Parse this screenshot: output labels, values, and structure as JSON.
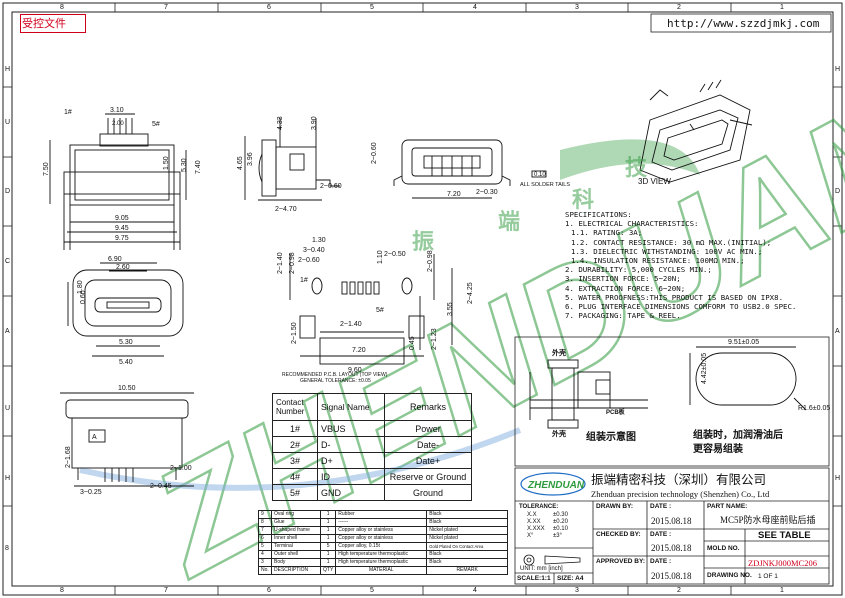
{
  "header": {
    "controlled_stamp": "受控文件",
    "website": "http://www.szzdjmkj.com"
  },
  "frame": {
    "col_labels": [
      "8",
      "7",
      "6",
      "5",
      "4",
      "3",
      "2",
      "1"
    ],
    "row_labels": [
      "H",
      "U",
      "D",
      "C",
      "A",
      "U",
      "H",
      "8"
    ]
  },
  "watermark": {
    "text": "ZHENDUAN",
    "cn": [
      "振",
      "端",
      "科",
      "技"
    ],
    "color": "#2f9a3e",
    "color2": "#1d6cc4"
  },
  "views": {
    "top_view": {
      "pin1_label": "1#",
      "pin5_label": "5#",
      "dims": [
        "3.10",
        "2.00",
        "7.50",
        "1.50",
        "5.30",
        "7.40",
        "9.05",
        "9.45",
        "9.75"
      ]
    },
    "side_view": {
      "dims": [
        "4.33",
        "3.90",
        "4.65",
        "3.96",
        "2~0.60",
        "2~4.70"
      ]
    },
    "front_view": {
      "dims": [
        "2~0.60",
        "0.10",
        "7.20",
        "2~0.30"
      ],
      "note": "ALL SOLDER TAILS"
    },
    "end_view": {
      "dims": [
        "6.90",
        "2.60",
        "1.80",
        "0.60",
        "5.30",
        "5.40"
      ]
    },
    "bottom_view": {
      "dims": [
        "10.50",
        "2~1.68",
        "3~0.25",
        "2~0.45",
        "2~1.00"
      ],
      "marker": "A"
    },
    "pcb_layout": {
      "dims": [
        "1.30",
        "3~0.40",
        "2~0.60",
        "2~1.40",
        "2~0.98",
        "1.10",
        "0.50",
        "2~0.98",
        "2~4.25",
        "3.55",
        "2~1.40",
        "2~1.50",
        "7.20",
        "9.60",
        "0.45",
        "2~1.23"
      ],
      "pin1_label": "1#",
      "pin5_label": "5#",
      "caption1": "RECOMMENDED P.C.B. LAYOUT (TOP VIEW)",
      "caption2": "GENERAL TOLERANCE: ±0.05"
    },
    "view_3d_label": "3D VIEW"
  },
  "specifications": [
    "SPECIFICATIONS:",
    "1. ELECTRICAL CHARACTERISTICS:",
    "  1.1. RATING: 3A;",
    "  1.2. CONTACT RESISTANCE: 30 mΩ MAX.(INITIAL);",
    "  1.3. DIELECTRIC WITHSTANDING: 100V AC MIN.;",
    "  1.4. INSULATION RESISTANCE: 100MΩ MIN.;",
    "2. DURABILITY: 5,000 CYCLES MIN.;",
    "3. INSERTION FORCE: 5~20N;",
    "4. EXTRACTION FORCE: 6~20N;",
    "5. WATER PROOFNESS:THIS PRODUCT IS BASED ON IPX8.",
    "6. PLUG INTERFACE DIMENSIONS COMFORM TO USB2.0 SPEC.",
    "7. PACKAGING: TAPE & REEL."
  ],
  "assembly": {
    "label_outer": "外壳",
    "label_pcb": "PCB板",
    "label_outer2": "外壳",
    "caption": "组装示意图",
    "note_line1": "组装时，加润滑油后",
    "note_line2": "更容易组装",
    "dim_w": "9.51±0.05",
    "dim_h": "4.42±0.05",
    "dim_r": "R1.6±0.05"
  },
  "pin_table": {
    "headers": [
      "Contact Number",
      "Signal Name",
      "Remarks"
    ],
    "rows": [
      [
        "1#",
        "VBUS",
        "Power"
      ],
      [
        "2#",
        "D-",
        "Date-"
      ],
      [
        "3#",
        "D+",
        "Date+"
      ],
      [
        "4#",
        "ID",
        "Reserve or Ground"
      ],
      [
        "5#",
        "GND",
        "Ground"
      ]
    ]
  },
  "bom": {
    "headers": [
      "No.",
      "DESCRIPTION",
      "QTY",
      "MATERIAL",
      "REMARK"
    ],
    "rows": [
      [
        "9",
        "Oval ring",
        "1",
        "Rubber",
        "Black"
      ],
      [
        "8",
        "Glue",
        "1",
        "------",
        "Black"
      ],
      [
        "7",
        "U-shaped frame",
        "1",
        "Copper alloy or stainless",
        "Nickel plated"
      ],
      [
        "6",
        "Inner shell",
        "1",
        "Copper alloy or stainless",
        "Nickel plated"
      ],
      [
        "5",
        "Terminal",
        "5",
        "Copper alloy, 0.15t",
        "Gold Plated On Contact Area"
      ],
      [
        "4",
        "Outer shell",
        "1",
        "High temperature thermoplastic",
        "Black"
      ],
      [
        "3",
        "Body",
        "1",
        "High temperature thermoplastic",
        "Black"
      ]
    ]
  },
  "title_block": {
    "company_cn": "振端精密科技（深圳）有限公司",
    "company_en": "Zhenduan precision technology (Shenzhen) Co., Ltd",
    "logo_text": "ZHENDUAN",
    "tolerance_label": "TOLERANCE:",
    "tolerances": [
      [
        "X.X",
        "±0.30"
      ],
      [
        "X.XX",
        "±0.20"
      ],
      [
        "X.XXX",
        "±0.10"
      ],
      [
        "X°",
        "±3°"
      ]
    ],
    "unit_label": "UNIT: mm [inch]",
    "scale": "SCALE:1:1",
    "size": "SIZE: A4",
    "drawn_by": "DRAWN BY:",
    "checked_by": "CHECKED BY:",
    "approved_by": "APPROVED BY:",
    "date_label": "DATE :",
    "date1": "2015.08.18",
    "date2": "2015.08.18",
    "date3": "2015.08.18",
    "part_name_label": "PART NAME:",
    "part_name": "MC5P防水母座前贴后插",
    "see_table": "SEE TABLE",
    "mold_no": "MOLD NO.",
    "drawing_no": "DRAWING NO.",
    "drawing_value": "ZDJNKJ000MC206",
    "sheet": "1 OF 1"
  }
}
